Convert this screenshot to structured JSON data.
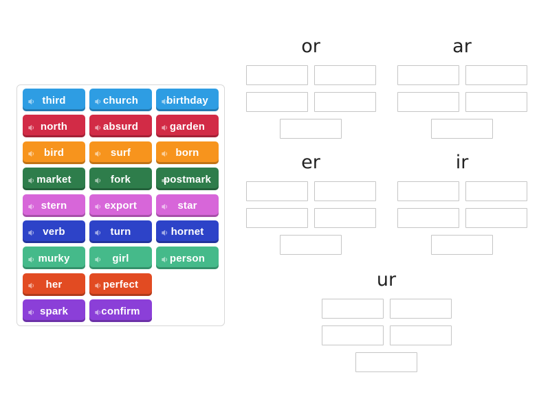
{
  "activity": {
    "type": "group-sort",
    "background_color": "#ffffff",
    "panel_border_color": "#d7d7d7",
    "slot_border_color": "#c5c5c5",
    "header_text_color": "#222222",
    "tile_text_color": "#ffffff"
  },
  "icons": {
    "tile_audio": "speaker-icon"
  },
  "word_bank": {
    "rows": [
      {
        "color": "#2e9de3",
        "words": [
          "third",
          "church",
          "birthday"
        ]
      },
      {
        "color": "#d22b46",
        "words": [
          "north",
          "absurd",
          "garden"
        ]
      },
      {
        "color": "#f7941d",
        "words": [
          "bird",
          "surf",
          "born"
        ]
      },
      {
        "color": "#2e7d4b",
        "words": [
          "market",
          "fork",
          "postmark"
        ]
      },
      {
        "color": "#d766d9",
        "words": [
          "stern",
          "export",
          "star"
        ]
      },
      {
        "color": "#2d43c8",
        "words": [
          "verb",
          "turn",
          "hornet"
        ]
      },
      {
        "color": "#45ba8a",
        "words": [
          "murky",
          "girl",
          "person"
        ]
      },
      {
        "color": "#e24b22",
        "words": [
          "her",
          "perfect"
        ]
      },
      {
        "color": "#8b3fd8",
        "words": [
          "spark",
          "confirm"
        ]
      }
    ]
  },
  "groups": [
    {
      "label": "or",
      "slots": 5
    },
    {
      "label": "ar",
      "slots": 5
    },
    {
      "label": "er",
      "slots": 5
    },
    {
      "label": "ir",
      "slots": 5
    },
    {
      "label": "ur",
      "slots": 5
    }
  ]
}
